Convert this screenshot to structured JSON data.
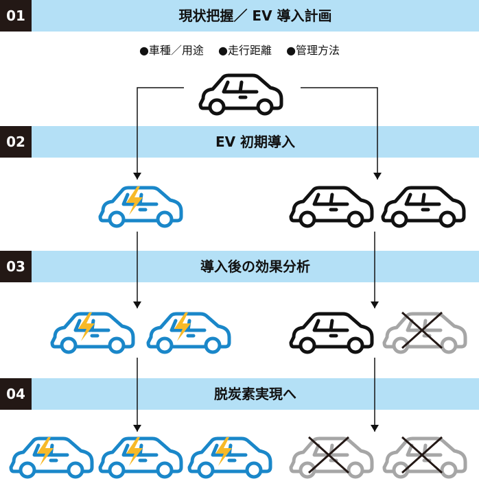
{
  "steps": [
    {
      "number": "01",
      "title": "現状把握／ EV 導入計画"
    },
    {
      "number": "02",
      "title": "EV 初期導入"
    },
    {
      "number": "03",
      "title": "導入後の効果分析"
    },
    {
      "number": "04",
      "title": "脱炭素実現へ"
    }
  ],
  "survey_items": [
    "●車種／用途",
    "●走行距離",
    "●管理方法"
  ],
  "colors": {
    "band": "#b4e0f6",
    "number_box": "#231815",
    "ev_car": "#1a87c9",
    "lightning": "#f7b928",
    "gas_car": "#111111",
    "retired_car": "#a6a6a6",
    "cross": "#231815"
  },
  "fleet": {
    "stage1": {
      "current": 1
    },
    "stage2": {
      "ev": 1,
      "gas": 2
    },
    "stage3": {
      "ev": 2,
      "gas": 1,
      "retired": 1
    },
    "stage4": {
      "ev": 3,
      "retired": 2
    }
  }
}
